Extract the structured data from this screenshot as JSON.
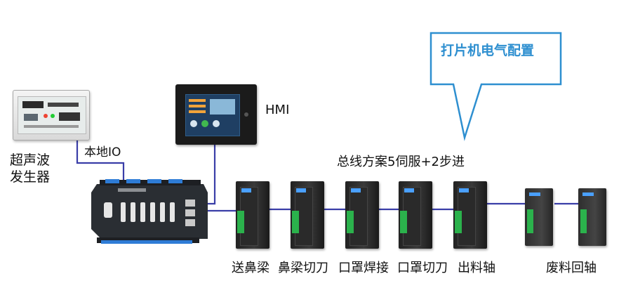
{
  "labels": {
    "generator": "超声波\n发生器",
    "local_io": "本地IO",
    "hmi": "HMI",
    "bus_scheme": "总线方案5伺服+2步进",
    "callout": "打片机电气配置"
  },
  "axes": [
    {
      "name": "送鼻梁"
    },
    {
      "name": "鼻梁切刀"
    },
    {
      "name": "口罩焊接"
    },
    {
      "name": "口罩切刀"
    },
    {
      "name": "出料轴"
    }
  ],
  "stepper_axis": {
    "name": "废料回轴"
  },
  "colors": {
    "wire": "#3a3ea8",
    "callout_border": "#2e8fd0",
    "callout_text": "#2e8fd0"
  }
}
